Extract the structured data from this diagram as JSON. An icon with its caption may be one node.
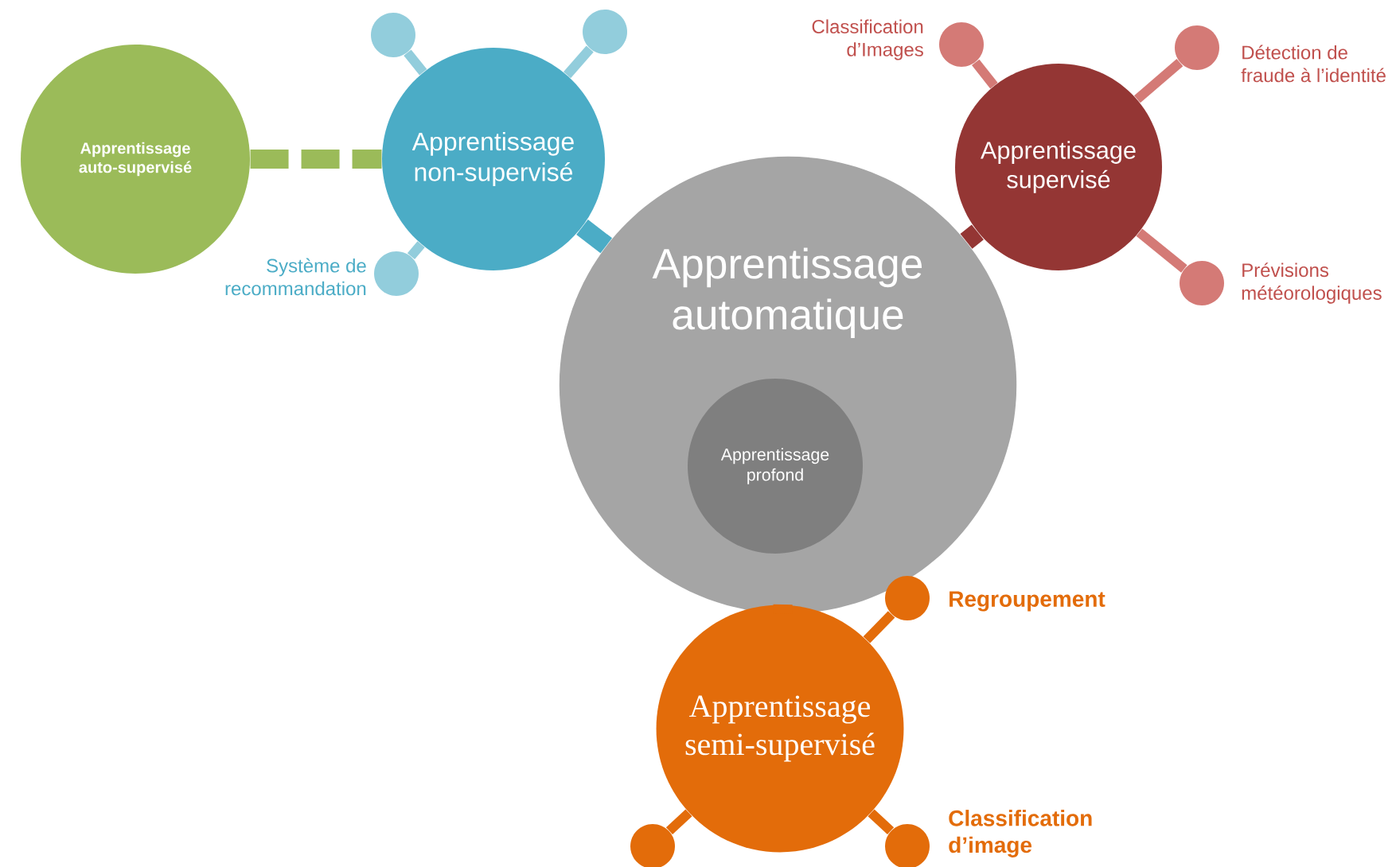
{
  "diagram": {
    "nodes": [
      {
        "text": [
          "Apprentissage auto-supervisé"
        ]
      },
      {
        "text": [
          "Apprentissage non-supervisé"
        ]
      },
      {
        "text": [
          "Apprentissage supervisé"
        ]
      },
      {
        "text": [
          "Apprentissage automatique"
        ]
      },
      {
        "text": [
          "Apprentissage profond"
        ],
        "in": 3
      },
      {
        "text": [
          "Apprentissage semi-supervisé"
        ]
      },
      {
        "text": [],
        "shape": "circle"
      },
      {
        "text": [],
        "shape": "circle"
      },
      {
        "text": [],
        "shape": "circle",
        "beside": [
          "Système de recommandation"
        ]
      },
      {
        "text": [],
        "shape": "circle",
        "beside": [
          "Classification d’Images"
        ]
      },
      {
        "text": [],
        "shape": "circle",
        "beside": [
          "Détection de fraude à l’identité"
        ]
      },
      {
        "text": [],
        "shape": "circle",
        "beside": [
          "Prévisions météorologiques"
        ]
      },
      {
        "text": [],
        "shape": "circle",
        "beside": [
          "Regroupement"
        ]
      },
      {
        "text": [],
        "shape": "circle"
      },
      {
        "text": [],
        "shape": "circle",
        "beside": [
          "Classification d’image"
        ]
      }
    ],
    "edges": [
      {
        "from": 0,
        "to": 1,
        "arrow": "none",
        "style": "dashed",
        "color": "#9bbb59"
      },
      {
        "from": 1,
        "to": 3,
        "arrow": "none",
        "style": "thick",
        "color": "#4bacc6"
      },
      {
        "from": 2,
        "to": 3,
        "arrow": "none",
        "style": "thick",
        "color": "#943634"
      },
      {
        "from": 5,
        "to": 3,
        "arrow": "none",
        "style": "thick",
        "color": "#e36c0a"
      },
      {
        "from": 1,
        "to": 6,
        "arrow": "none",
        "color": "#92cddc"
      },
      {
        "from": 1,
        "to": 7,
        "arrow": "none",
        "color": "#92cddc"
      },
      {
        "from": 1,
        "to": 8,
        "arrow": "none",
        "color": "#92cddc"
      },
      {
        "from": 2,
        "to": 9,
        "arrow": "none",
        "color": "#d47a76"
      },
      {
        "from": 2,
        "to": 10,
        "arrow": "none",
        "color": "#d47a76"
      },
      {
        "from": 2,
        "to": 11,
        "arrow": "none",
        "color": "#d47a76"
      },
      {
        "from": 5,
        "to": 12,
        "arrow": "none",
        "color": "#e36c0a"
      },
      {
        "from": 5,
        "to": 13,
        "arrow": "none",
        "color": "#e36c0a"
      },
      {
        "from": 5,
        "to": 14,
        "arrow": "none",
        "color": "#e36c0a"
      }
    ]
  }
}
